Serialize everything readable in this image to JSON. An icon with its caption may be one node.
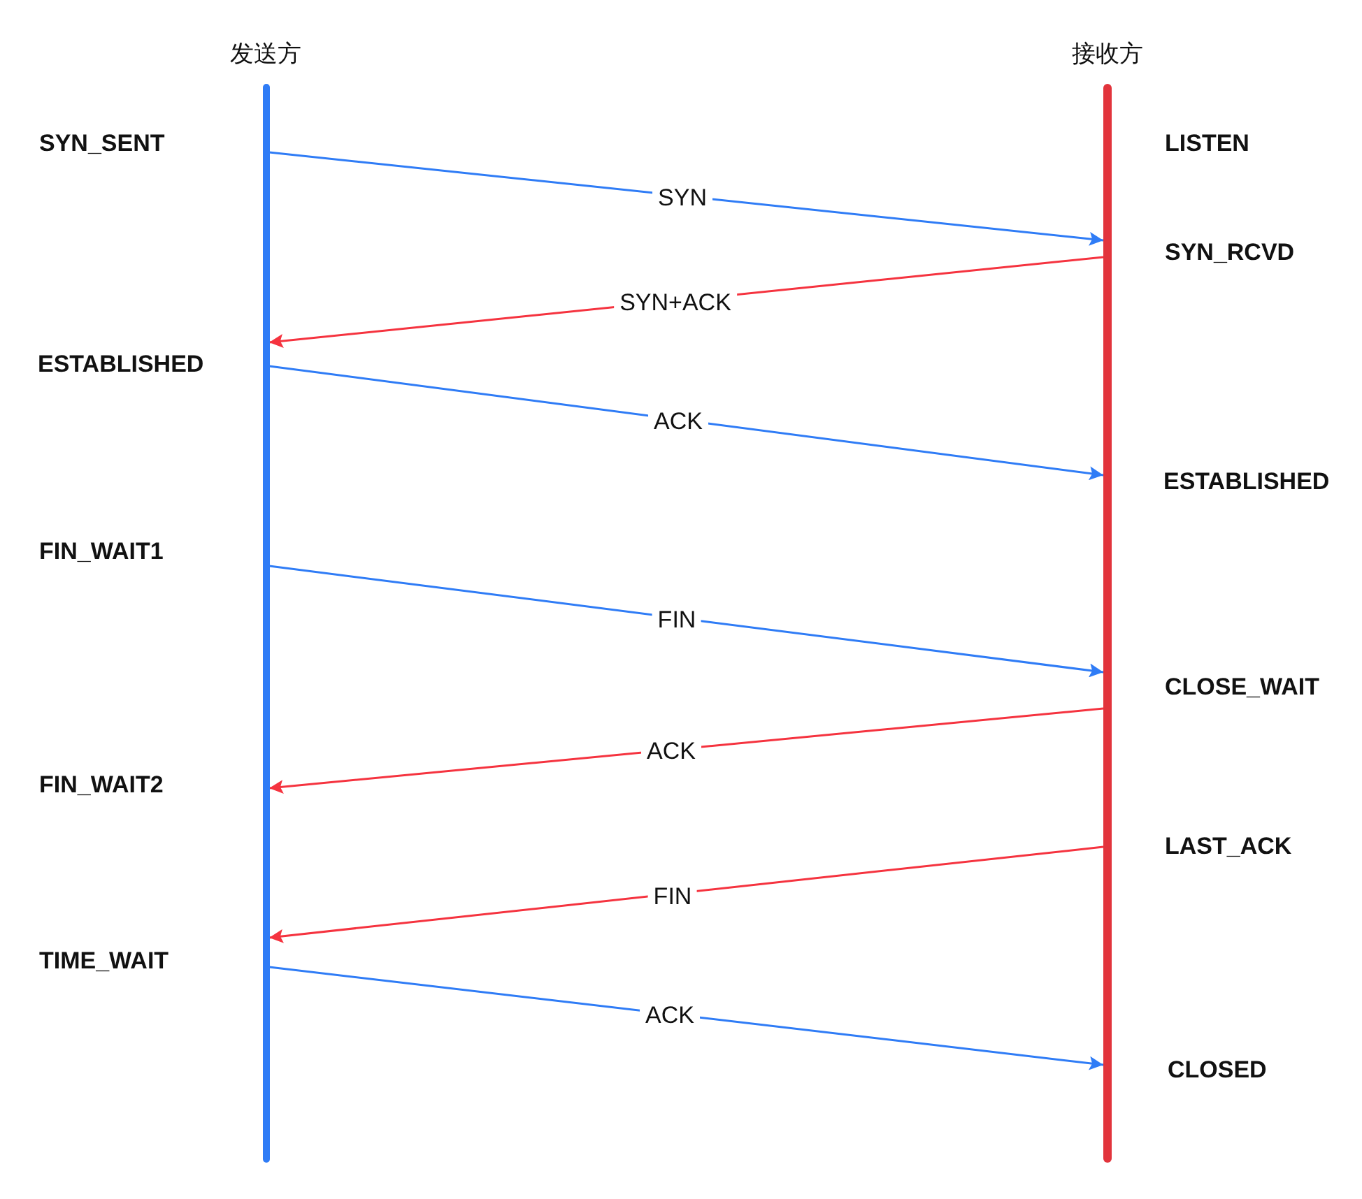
{
  "diagram": {
    "nodes": [
      {
        "text": [
          "发送方"
        ]
      },
      {
        "text": [
          "接收方"
        ]
      }
    ],
    "edges": [
      {
        "from": 0,
        "to": 1,
        "arrow": "to",
        "label": "SYN"
      },
      {
        "from": 1,
        "to": 0,
        "arrow": "to",
        "label": "SYN+ACK",
        "color": "#f5333f"
      },
      {
        "from": 0,
        "to": 1,
        "arrow": "to",
        "label": "ACK"
      },
      {
        "from": 0,
        "to": 1,
        "arrow": "to",
        "label": "FIN"
      },
      {
        "from": 1,
        "to": 0,
        "arrow": "to",
        "label": "ACK",
        "color": "#f5333f"
      },
      {
        "from": 1,
        "to": 0,
        "arrow": "to",
        "label": "FIN",
        "color": "#f5333f"
      },
      {
        "from": 0,
        "to": 1,
        "arrow": "to",
        "label": "ACK"
      }
    ],
    "labels": [
      "SYN_SENT",
      "LISTEN",
      "SYN_RCVD",
      "ESTABLISHED",
      "ESTABLISHED",
      "FIN_WAIT1",
      "CLOSE_WAIT",
      "FIN_WAIT2",
      "LAST_ACK",
      "TIME_WAIT",
      "CLOSED"
    ]
  }
}
